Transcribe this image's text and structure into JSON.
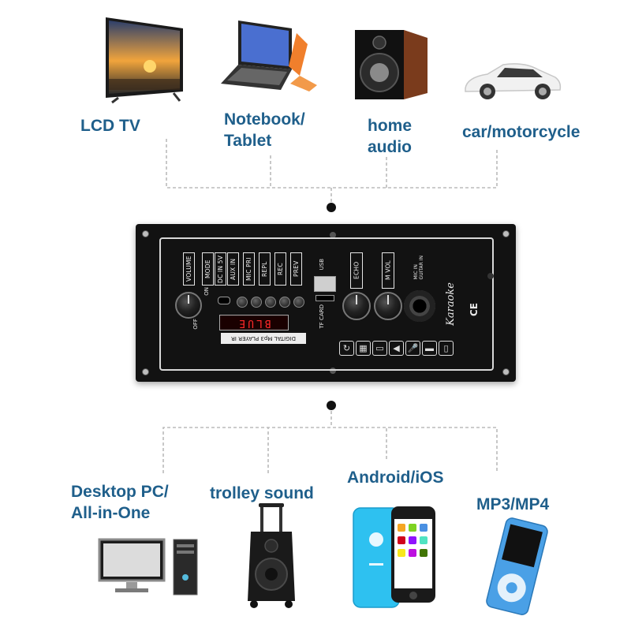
{
  "top_devices": [
    {
      "label": "LCD TV",
      "icon": "lcd-tv-icon"
    },
    {
      "label": "Notebook/\nTablet",
      "icon": "notebook-tablet-icon"
    },
    {
      "label": "home\naudio",
      "icon": "home-audio-speaker-icon"
    },
    {
      "label": "car/motorcycle",
      "icon": "car-icon"
    }
  ],
  "bottom_devices": [
    {
      "label": "Desktop PC/\nAll-in-One",
      "icon": "desktop-pc-icon"
    },
    {
      "label": "trolley sound",
      "icon": "trolley-speaker-icon"
    },
    {
      "label": "Android/iOS",
      "icon": "smartphone-icon"
    },
    {
      "label": "MP3/MP4",
      "icon": "mp3-player-icon"
    }
  ],
  "module": {
    "function_labels": [
      "VOLUME",
      "MODE",
      "DC IN 5V",
      "AUX IN",
      "MIC PRI",
      "REPL",
      "REC",
      "PREV"
    ],
    "knob_labels": [
      "ECHO",
      "M VOL"
    ],
    "jack_label": "MIC IN\nGUITAR IN",
    "usb_label": "USB",
    "tf_label": "TF CARD",
    "power_on": "ON",
    "power_off": "OFF",
    "display_text": "BLUE",
    "caption": "DIGITAL Mp3 PLAYER IR",
    "logo_script": "Karaoke",
    "cert_mark": "CE",
    "display_color": "#ff2a2a"
  },
  "colors": {
    "label": "#1f5f8b",
    "panel": "#121212",
    "connector": "#bbbbbb",
    "phone_body": "#2ec1f0"
  }
}
